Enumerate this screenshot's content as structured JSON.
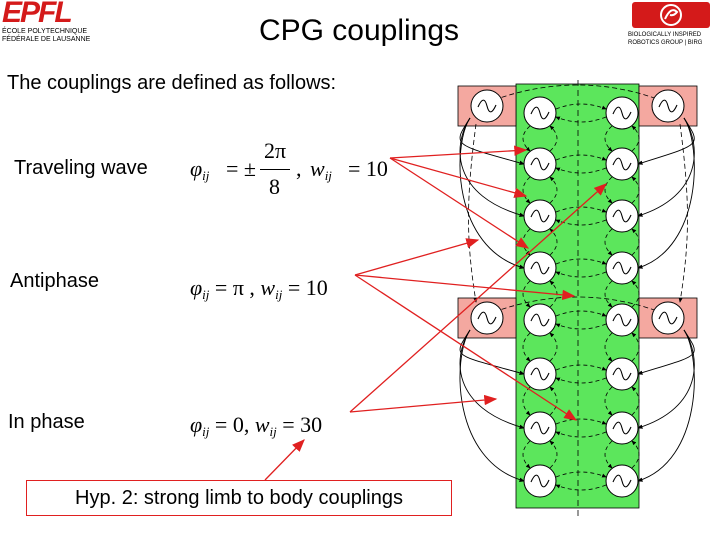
{
  "header": {
    "title": "CPG couplings",
    "logo_left_mark": "EPFL",
    "logo_left_lines": [
      "ÉCOLE POLYTECHNIQUE",
      "FÉDÉRALE DE LAUSANNE"
    ],
    "logo_right_lines": [
      "BIOLOGICALLY INSPIRED",
      "ROBOTICS GROUP | BIRG"
    ]
  },
  "intro": "The couplings are defined as follows:",
  "couplings": [
    {
      "label": "Traveling wave",
      "phi_sub": "ij",
      "phi_rel": "= ±",
      "phi_num": "2π",
      "phi_den": "8",
      "w_sub": "ij",
      "w_val": "= 10"
    },
    {
      "label": "Antiphase",
      "phi_sub": "ij",
      "phi_val": "= π ,",
      "w_sub": "ij",
      "w_val": "= 10"
    },
    {
      "label": "In phase",
      "phi_sub": "ij",
      "phi_val": "= 0,",
      "w_sub": "ij",
      "w_val": "= 30"
    }
  ],
  "hypothesis": "Hyp. 2: strong limb to body couplings",
  "colors": {
    "body_fill": "#5ce65c",
    "limb_fill": "#f4a8a0",
    "arrow": "#e02020",
    "logo_red": "#d41a1a"
  }
}
